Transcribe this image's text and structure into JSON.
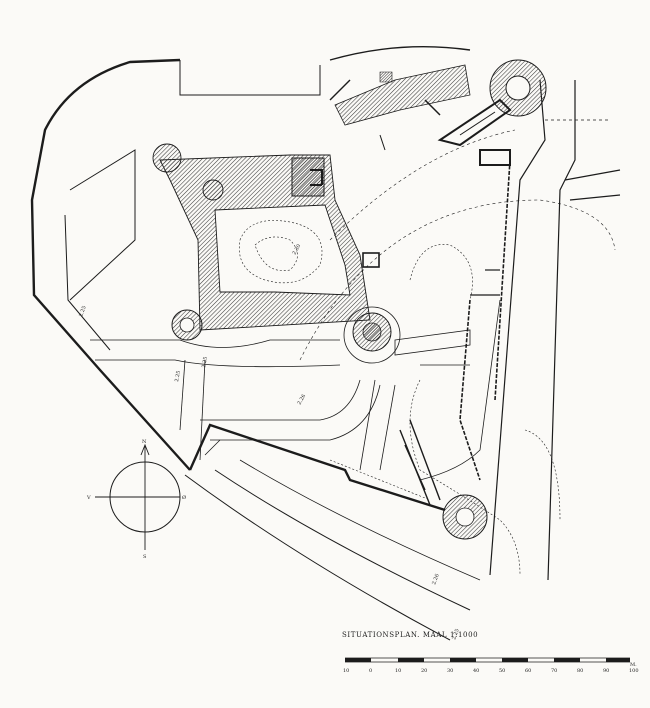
{
  "plan": {
    "title": "SITUATIONSPLAN. MAAL 1:1000",
    "unit_label": "M.",
    "scale_ticks": [
      "10",
      "0",
      "10",
      "20",
      "30",
      "40",
      "50",
      "60",
      "70",
      "80",
      "90",
      "100"
    ],
    "compass": {
      "north": "N",
      "south": "S",
      "east": "Ø",
      "west": "V"
    },
    "elevation_labels": [
      "2.25",
      "2.25",
      "2.25",
      "2.30",
      "2.26",
      "2.26",
      "2.25"
    ],
    "colors": {
      "ink": "#1c1c1c",
      "paper": "#fbfaf7",
      "hatch": "#3a3a3a"
    }
  }
}
